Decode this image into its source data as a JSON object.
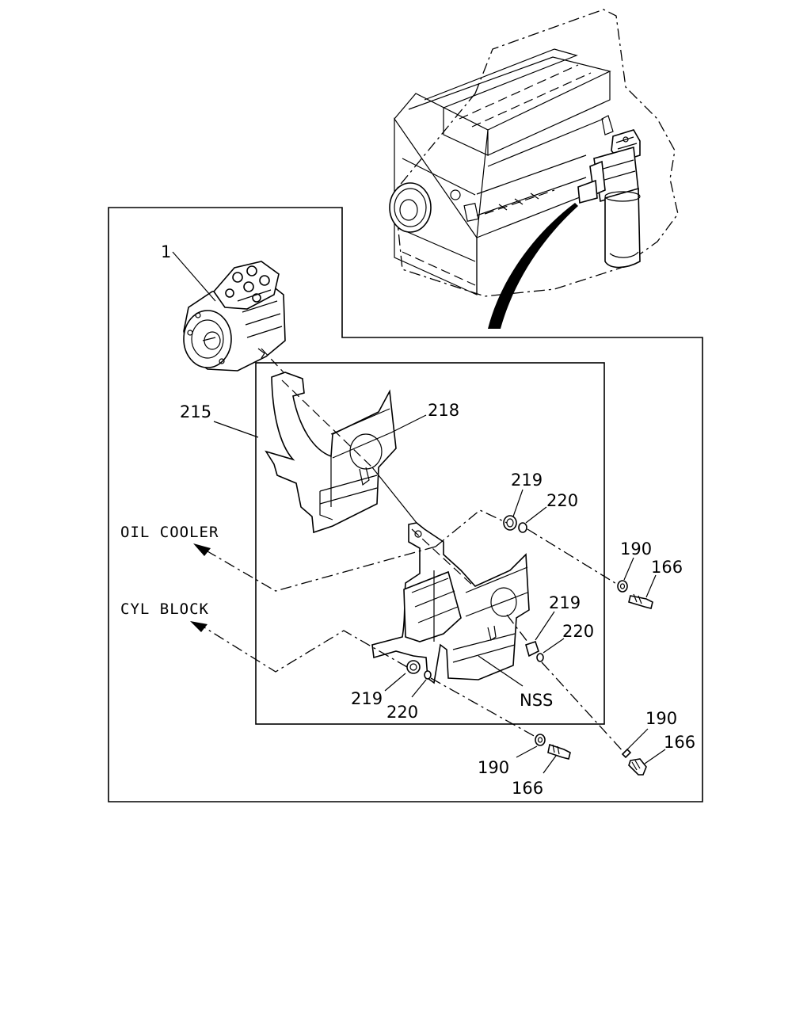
{
  "diagram": {
    "part_labels": {
      "compressor": "1",
      "bracket_front": "215",
      "bracket_rear": "218",
      "nut_upper": "219",
      "ring_upper": "220",
      "washer_upper": "190",
      "bolt_upper": "166",
      "nut_mid": "219",
      "ring_mid": "220",
      "washer_right": "190",
      "bolt_right": "166",
      "nut_low": "219",
      "ring_low": "220",
      "washer_low": "190",
      "bolt_low": "166",
      "nss": "NSS"
    },
    "callouts": {
      "oil_cooler": "OIL COOLER",
      "cyl_block": "CYL BLOCK"
    },
    "colors": {
      "ink": "#000000",
      "paper": "#ffffff"
    }
  }
}
